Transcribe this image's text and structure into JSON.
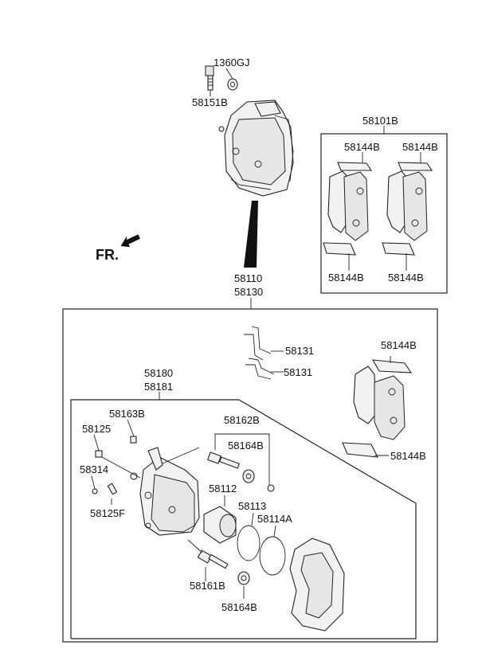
{
  "labels": {
    "l1360gj": "1360GJ",
    "l58151b": "58151B",
    "l58101b": "58101B",
    "l58144b_a": "58144B",
    "l58144b_b": "58144B",
    "l58144b_c": "58144B",
    "l58144b_d": "58144B",
    "l58110": "58110",
    "l58130": "58130",
    "l58131_a": "58131",
    "l58131_b": "58131",
    "l58144b_e": "58144B",
    "l58144b_f": "58144B",
    "l58180": "58180",
    "l58181": "58181",
    "l58163b": "58163B",
    "l58162b": "58162B",
    "l58125": "58125",
    "l58164b_a": "58164B",
    "l58314": "58314",
    "l58112": "58112",
    "l58125f": "58125F",
    "l58113": "58113",
    "l58114a": "58114A",
    "l58161b": "58161B",
    "l58164b_b": "58164B",
    "fr": "FR."
  }
}
